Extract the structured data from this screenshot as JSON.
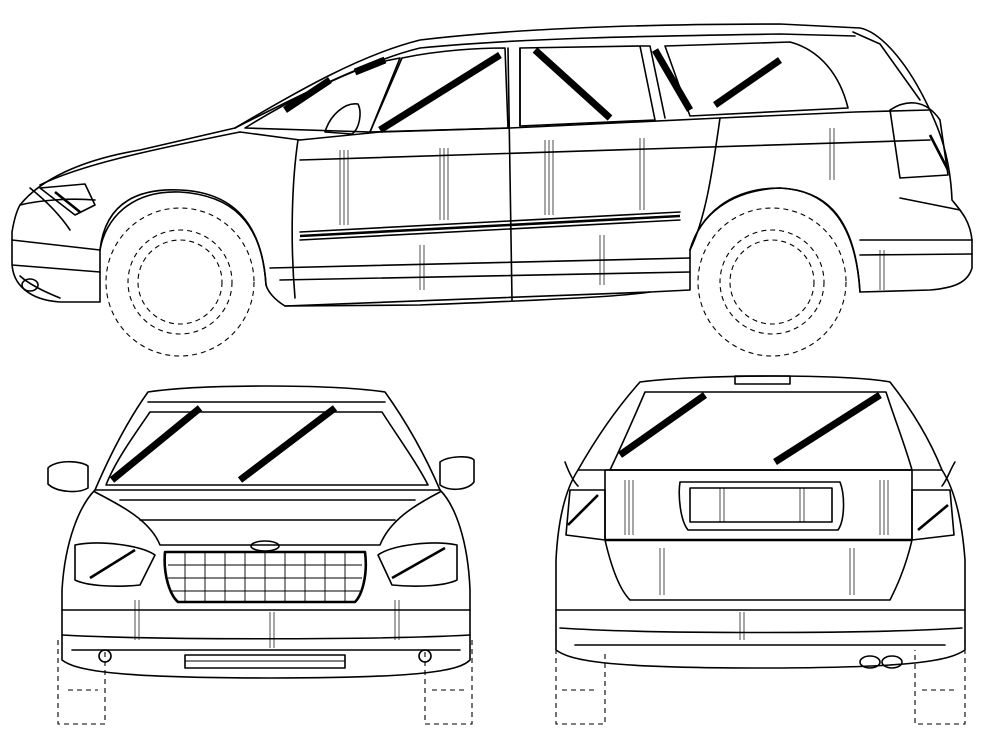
{
  "drawing": {
    "kind": "vehicle-patent-line-drawing",
    "views": [
      "side",
      "front",
      "rear"
    ],
    "colors": {
      "line": "#000000",
      "paper": "#ffffff"
    }
  }
}
